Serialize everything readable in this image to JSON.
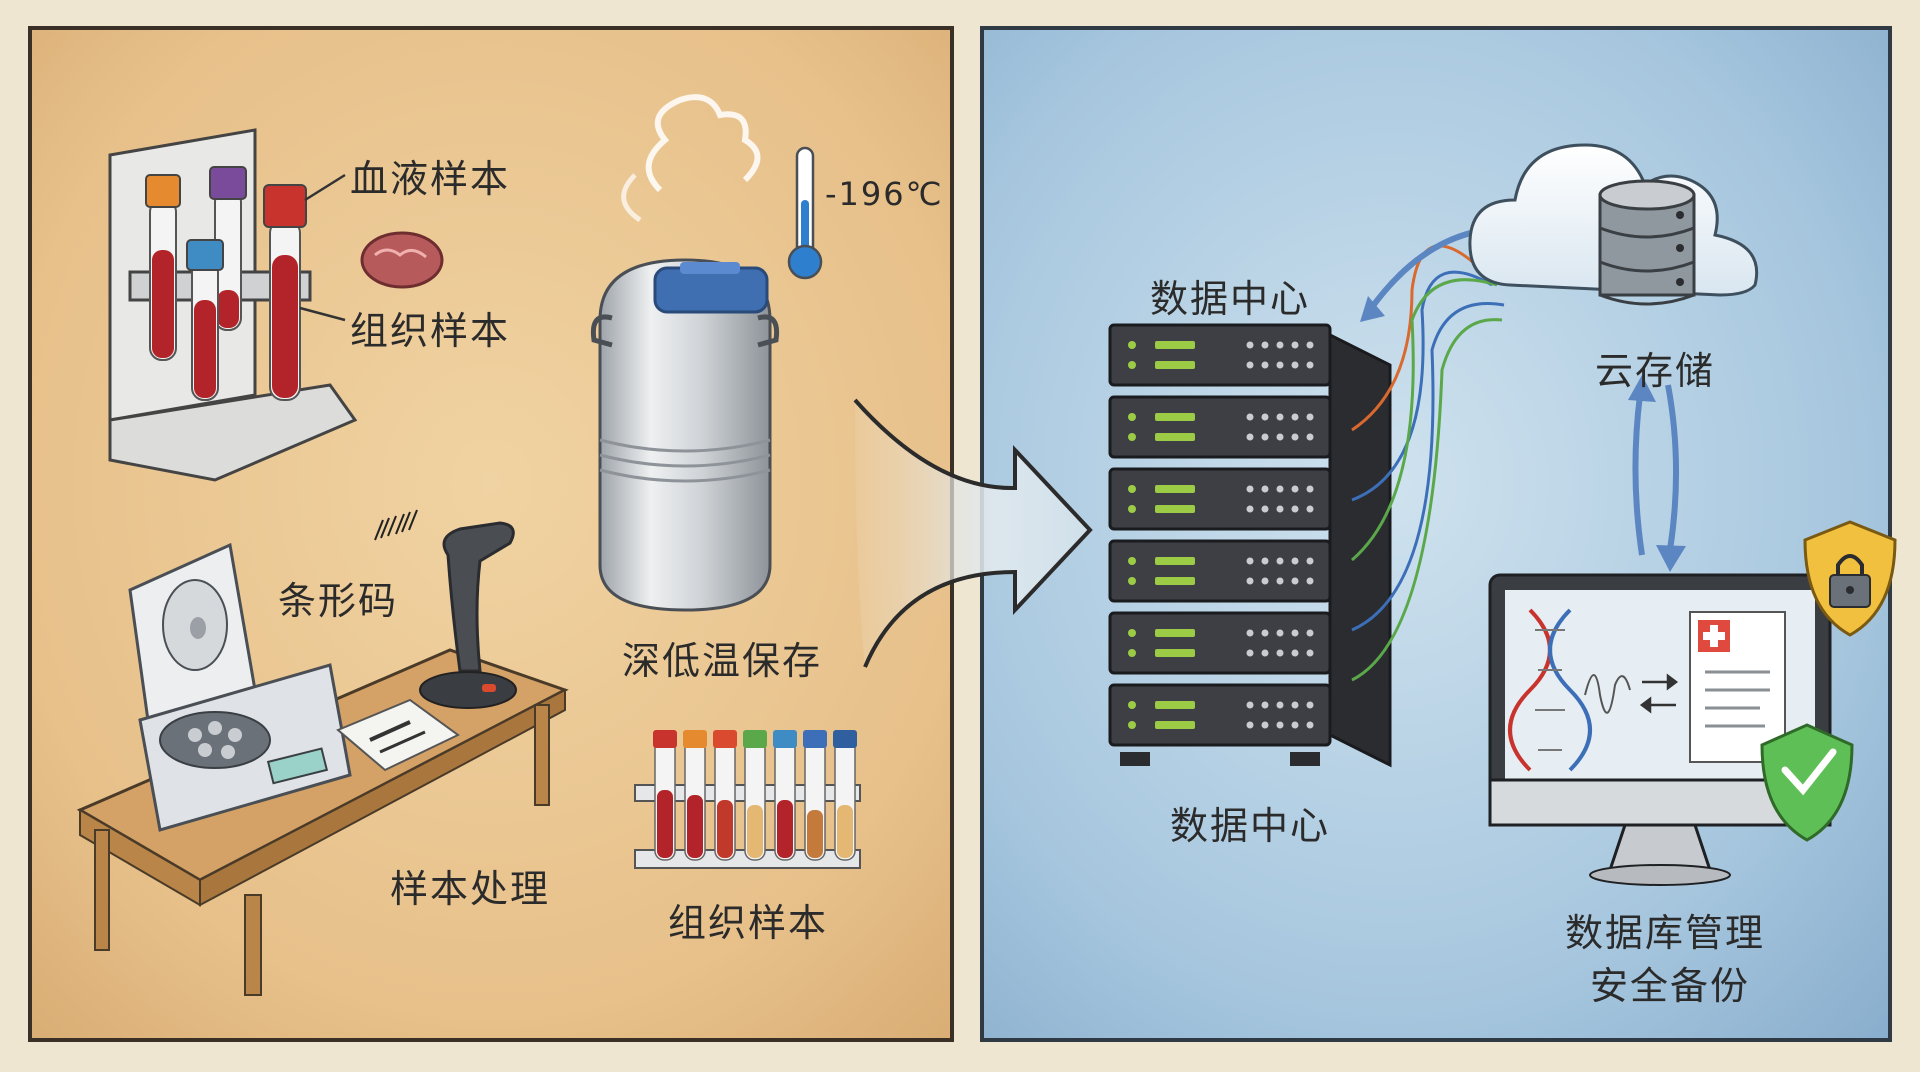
{
  "left_panel": {
    "label_blood": "血液样本",
    "label_tissue_top": "组织样本",
    "label_temp": "-196℃",
    "label_cryo": "深低温保存",
    "label_barcode": "条形码",
    "label_processing": "样本处理",
    "label_tissue_bottom": "组织样本"
  },
  "right_panel": {
    "label_datacenter_top": "数据中心",
    "label_datacenter_bottom": "数据中心",
    "label_cloud": "云存储",
    "label_db_line1": "数据库管理",
    "label_db_line2": "安全备份"
  },
  "colors": {
    "left_bg": "#e9c690",
    "right_bg": "#a9c9e0",
    "blood_red": "#b3242a",
    "server_dark": "#3d3f44",
    "led_green": "#9ccc45",
    "arrow_blue": "#5c86c2",
    "shield_gold": "#f2c03f",
    "shield_green": "#5fbf57"
  }
}
